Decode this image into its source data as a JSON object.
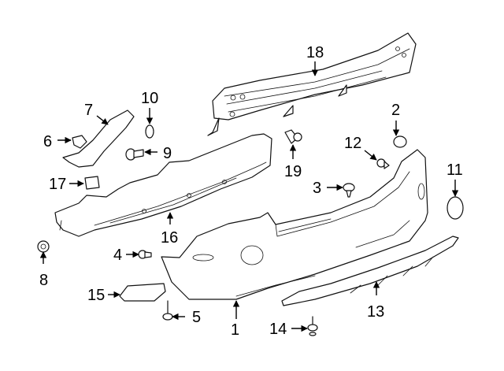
{
  "diagram": {
    "title": "Rear bumper components",
    "line_color": "#111111",
    "background": "#ffffff",
    "callouts": [
      {
        "id": "1",
        "text": "1",
        "part": "bumper-cover"
      },
      {
        "id": "2",
        "text": "2",
        "part": "plug"
      },
      {
        "id": "3",
        "text": "3",
        "part": "push-pin-retainer"
      },
      {
        "id": "4",
        "text": "4",
        "part": "push-retainer"
      },
      {
        "id": "5",
        "text": "5",
        "part": "screw"
      },
      {
        "id": "6",
        "text": "6",
        "part": "clip"
      },
      {
        "id": "7",
        "text": "7",
        "part": "side-bracket"
      },
      {
        "id": "8",
        "text": "8",
        "part": "nut"
      },
      {
        "id": "9",
        "text": "9",
        "part": "push-retainer"
      },
      {
        "id": "10",
        "text": "10",
        "part": "washer"
      },
      {
        "id": "11",
        "text": "11",
        "part": "tow-hook-cap"
      },
      {
        "id": "12",
        "text": "12",
        "part": "push-retainer"
      },
      {
        "id": "13",
        "text": "13",
        "part": "lower-valance"
      },
      {
        "id": "14",
        "text": "14",
        "part": "screw"
      },
      {
        "id": "15",
        "text": "15",
        "part": "tow-eye-cover"
      },
      {
        "id": "16",
        "text": "16",
        "part": "energy-absorber"
      },
      {
        "id": "17",
        "text": "17",
        "part": "clip-nut"
      },
      {
        "id": "18",
        "text": "18",
        "part": "impact-bar"
      },
      {
        "id": "19",
        "text": "19",
        "part": "push-retainer"
      }
    ]
  }
}
